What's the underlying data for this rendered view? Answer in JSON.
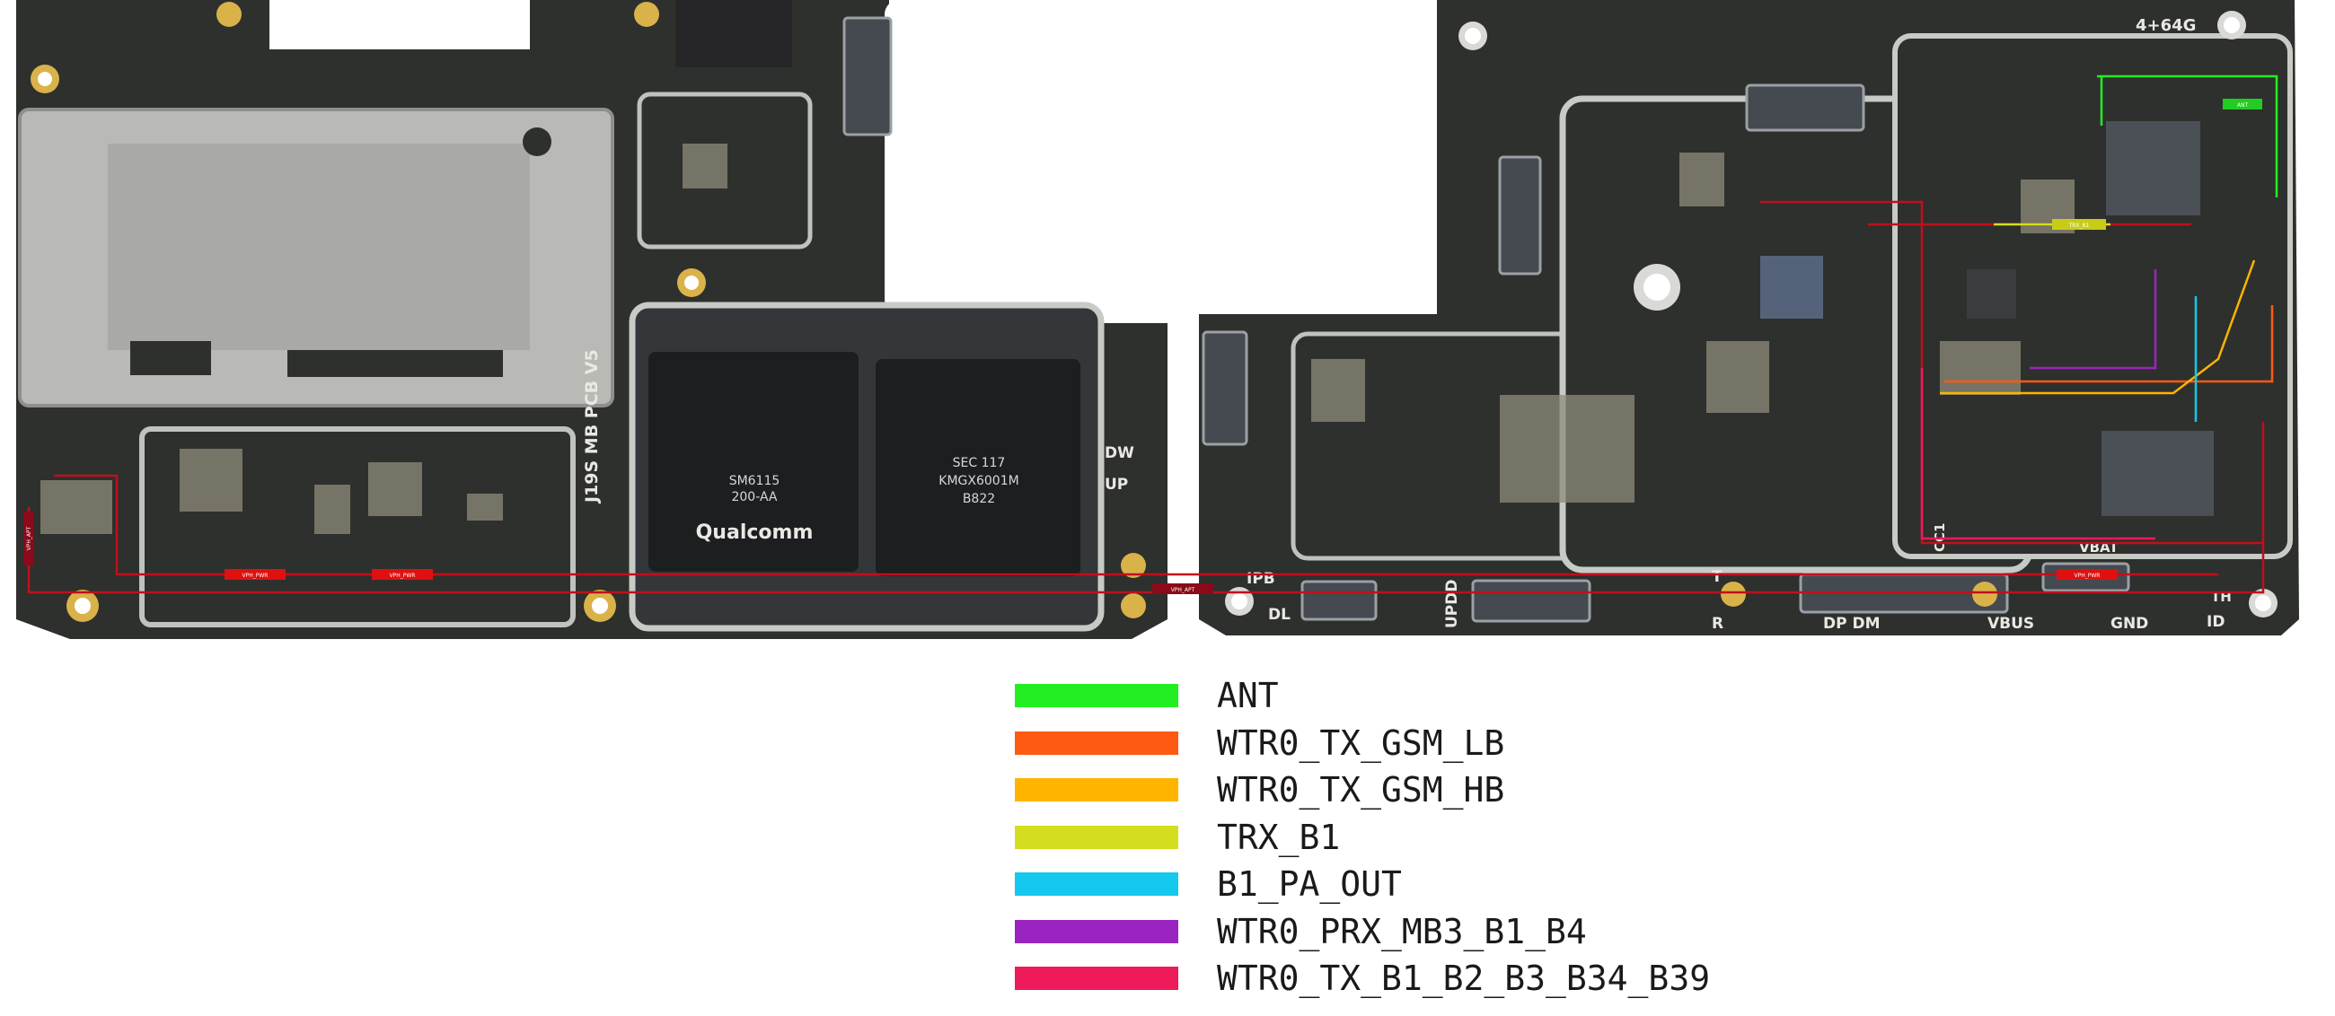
{
  "board": {
    "left_silkscreen": [
      "J19S MB PCB V5"
    ],
    "right_silkscreen": [
      "4+64G",
      "DW",
      "UP",
      "IPB",
      "DL",
      "UPDD",
      "T",
      "R",
      "DP DM",
      "VBUS",
      "GND",
      "ID",
      "TH",
      "VBAT",
      "CC1"
    ],
    "chip_marks": [
      "Qualcomm",
      "SM6115",
      "200-AA",
      "SEC 117",
      "KMGX6001M",
      "B822"
    ],
    "net_tags": [
      "ANT",
      "TRX_B1",
      "VPH_PWR",
      "VPH_PWR",
      "VPH_PWR",
      "VPH_APT",
      "VPH_APT"
    ]
  },
  "legend": [
    {
      "label": "ANT",
      "color": "#22ee22"
    },
    {
      "label": "WTR0_TX_GSM_LB",
      "color": "#ff5a14"
    },
    {
      "label": "WTR0_TX_GSM_HB",
      "color": "#ffb400"
    },
    {
      "label": "TRX_B1",
      "color": "#d4de1e"
    },
    {
      "label": "B1_PA_OUT",
      "color": "#14c8ee"
    },
    {
      "label": "WTR0_PRX_MB3_B1_B4",
      "color": "#9a24c0"
    },
    {
      "label": "WTR0_TX_B1_B2_B3_B34_B39",
      "color": "#ee1a5a"
    }
  ]
}
